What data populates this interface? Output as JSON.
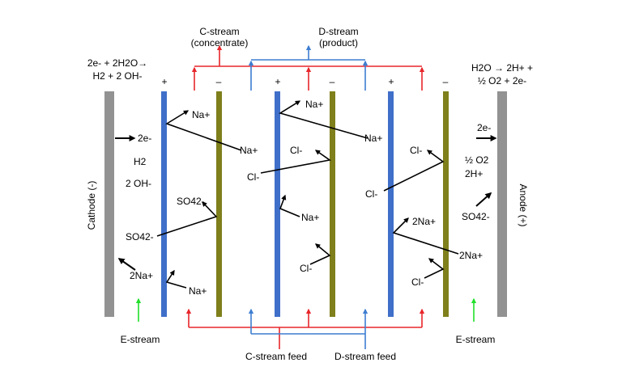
{
  "colors": {
    "red": "#e8262b",
    "blue": "#3d7dd1",
    "cation_membrane": "#3f6fc9",
    "anion_membrane": "#7f7f1c",
    "electrode": "#929292",
    "estream": "#22e02b",
    "arrow": "#000000"
  },
  "top": {
    "c_stream": "C-stream",
    "concentrate": "(concentrate)",
    "d_stream": "D-stream",
    "product": "(product)"
  },
  "bottom": {
    "c_feed": "C-stream feed",
    "d_feed": "D-stream feed",
    "e_stream_left": "E-stream",
    "e_stream_right": "E-stream"
  },
  "cathode": {
    "label": "Cathode (-)",
    "reaction_line1": "2e- + 2H2O→",
    "reaction_line2": "H2 + 2 OH-",
    "e": "2e-",
    "h2": "H2",
    "oh": "2 OH-",
    "so4": "SO42-",
    "na": "2Na+"
  },
  "anode": {
    "label": "Anode (+)",
    "reaction_line1": "H2O  → 2H+ +",
    "reaction_line2": "½ O2 + 2e-",
    "e": "2e-",
    "o2": "½ O2",
    "h": "2H+",
    "so4": "SO42-"
  },
  "membrane_signs": [
    "+",
    "–",
    "+",
    "–",
    "+",
    "–"
  ],
  "ions": {
    "c1_na_top": "Na+",
    "c1_na_mid": "Na+",
    "c1_so4": "SO42-",
    "c1_na_bottom": "Na+",
    "c2_na_top": "Na+",
    "c2_na_right": "Na+",
    "c2_cl_left": "Cl-",
    "c2_cl_top": "Cl-",
    "c2_na_bottom": "Na+",
    "c2_cl_bottom": "Cl-",
    "c3_cl_left": "Cl-",
    "c3_cl_top": "Cl-",
    "c3_2na": "2Na+",
    "c3_2na_right": "2Na+",
    "c3_cl_bottom": "Cl-"
  }
}
